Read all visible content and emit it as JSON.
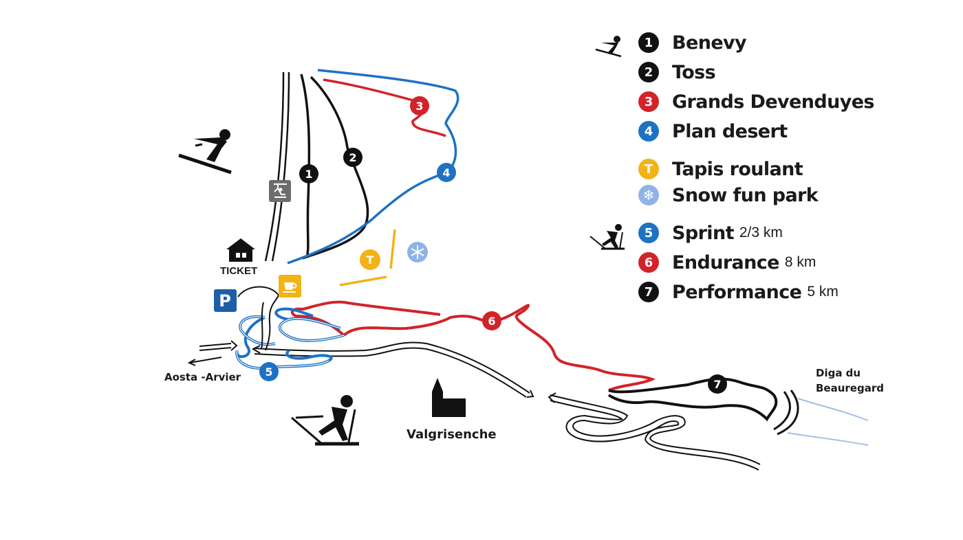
{
  "legend": {
    "alpine": [
      {
        "num": "1",
        "name": "Benevy",
        "color": "#111111"
      },
      {
        "num": "2",
        "name": "Toss",
        "color": "#111111"
      },
      {
        "num": "3",
        "name": "Grands Devenduyes",
        "color": "#d2232a"
      },
      {
        "num": "4",
        "name": "Plan desert",
        "color": "#1d72c4"
      }
    ],
    "facilities": [
      {
        "num": "T",
        "name": "Tapis roulant",
        "color": "#f2b316"
      },
      {
        "num": "snowflake-icon",
        "name": "Snow fun park",
        "color": "#8fb3e6"
      }
    ],
    "nordic": [
      {
        "num": "5",
        "name": "Sprint",
        "dist": "2/3 km",
        "color": "#1d72c4"
      },
      {
        "num": "6",
        "name": "Endurance",
        "dist": "8 km",
        "color": "#d2232a"
      },
      {
        "num": "7",
        "name": "Performance",
        "dist": "5 km",
        "color": "#111111"
      }
    ]
  },
  "places": {
    "ticket": "TICKET",
    "aosta": "Aosta -Arvier",
    "valgrisenche": "Valgrisenche",
    "diga_line1": "Diga du",
    "diga_line2": "Beauregard"
  },
  "icons": {
    "parking": "P",
    "tapis": "T",
    "chairlift": "chairlift-icon",
    "cafe": "coffee-cup-icon",
    "house": "ticket-house-icon",
    "church": "church-icon",
    "alpine_skier": "alpine-skier-icon",
    "nordic_skier": "nordic-skier-icon"
  },
  "colors": {
    "black": "#111111",
    "red": "#d2232a",
    "blue": "#1d72c4",
    "yellow": "#f2b316",
    "light_blue": "#8fb3e6",
    "grey": "#6d6d6d"
  }
}
